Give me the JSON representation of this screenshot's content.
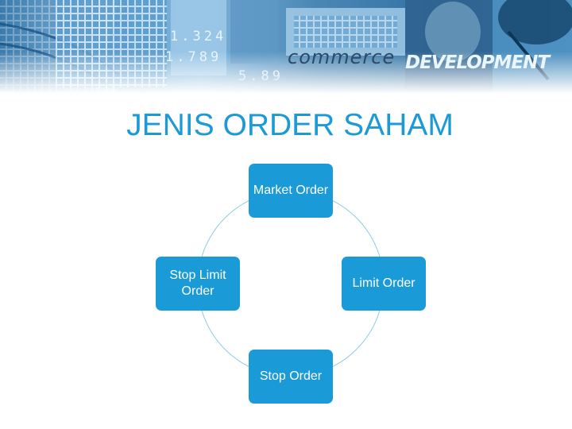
{
  "slide": {
    "title": "JENIS ORDER SAHAM",
    "title_color": "#1c9ad6"
  },
  "banner": {
    "brand_words": [
      "commerce",
      "DEVELOPMENT"
    ],
    "ticker_numbers": [
      "1.324",
      "1.789",
      "5.89"
    ]
  },
  "diagram": {
    "type": "cycle",
    "node_color": "#1b9ad8",
    "connector_color": "#8fcbe9",
    "nodes": [
      {
        "id": "market",
        "label": "Market Order"
      },
      {
        "id": "limit",
        "label": "Limit Order"
      },
      {
        "id": "stop",
        "label": "Stop Order"
      },
      {
        "id": "stop-limit",
        "label": "Stop Limit Order"
      }
    ]
  }
}
